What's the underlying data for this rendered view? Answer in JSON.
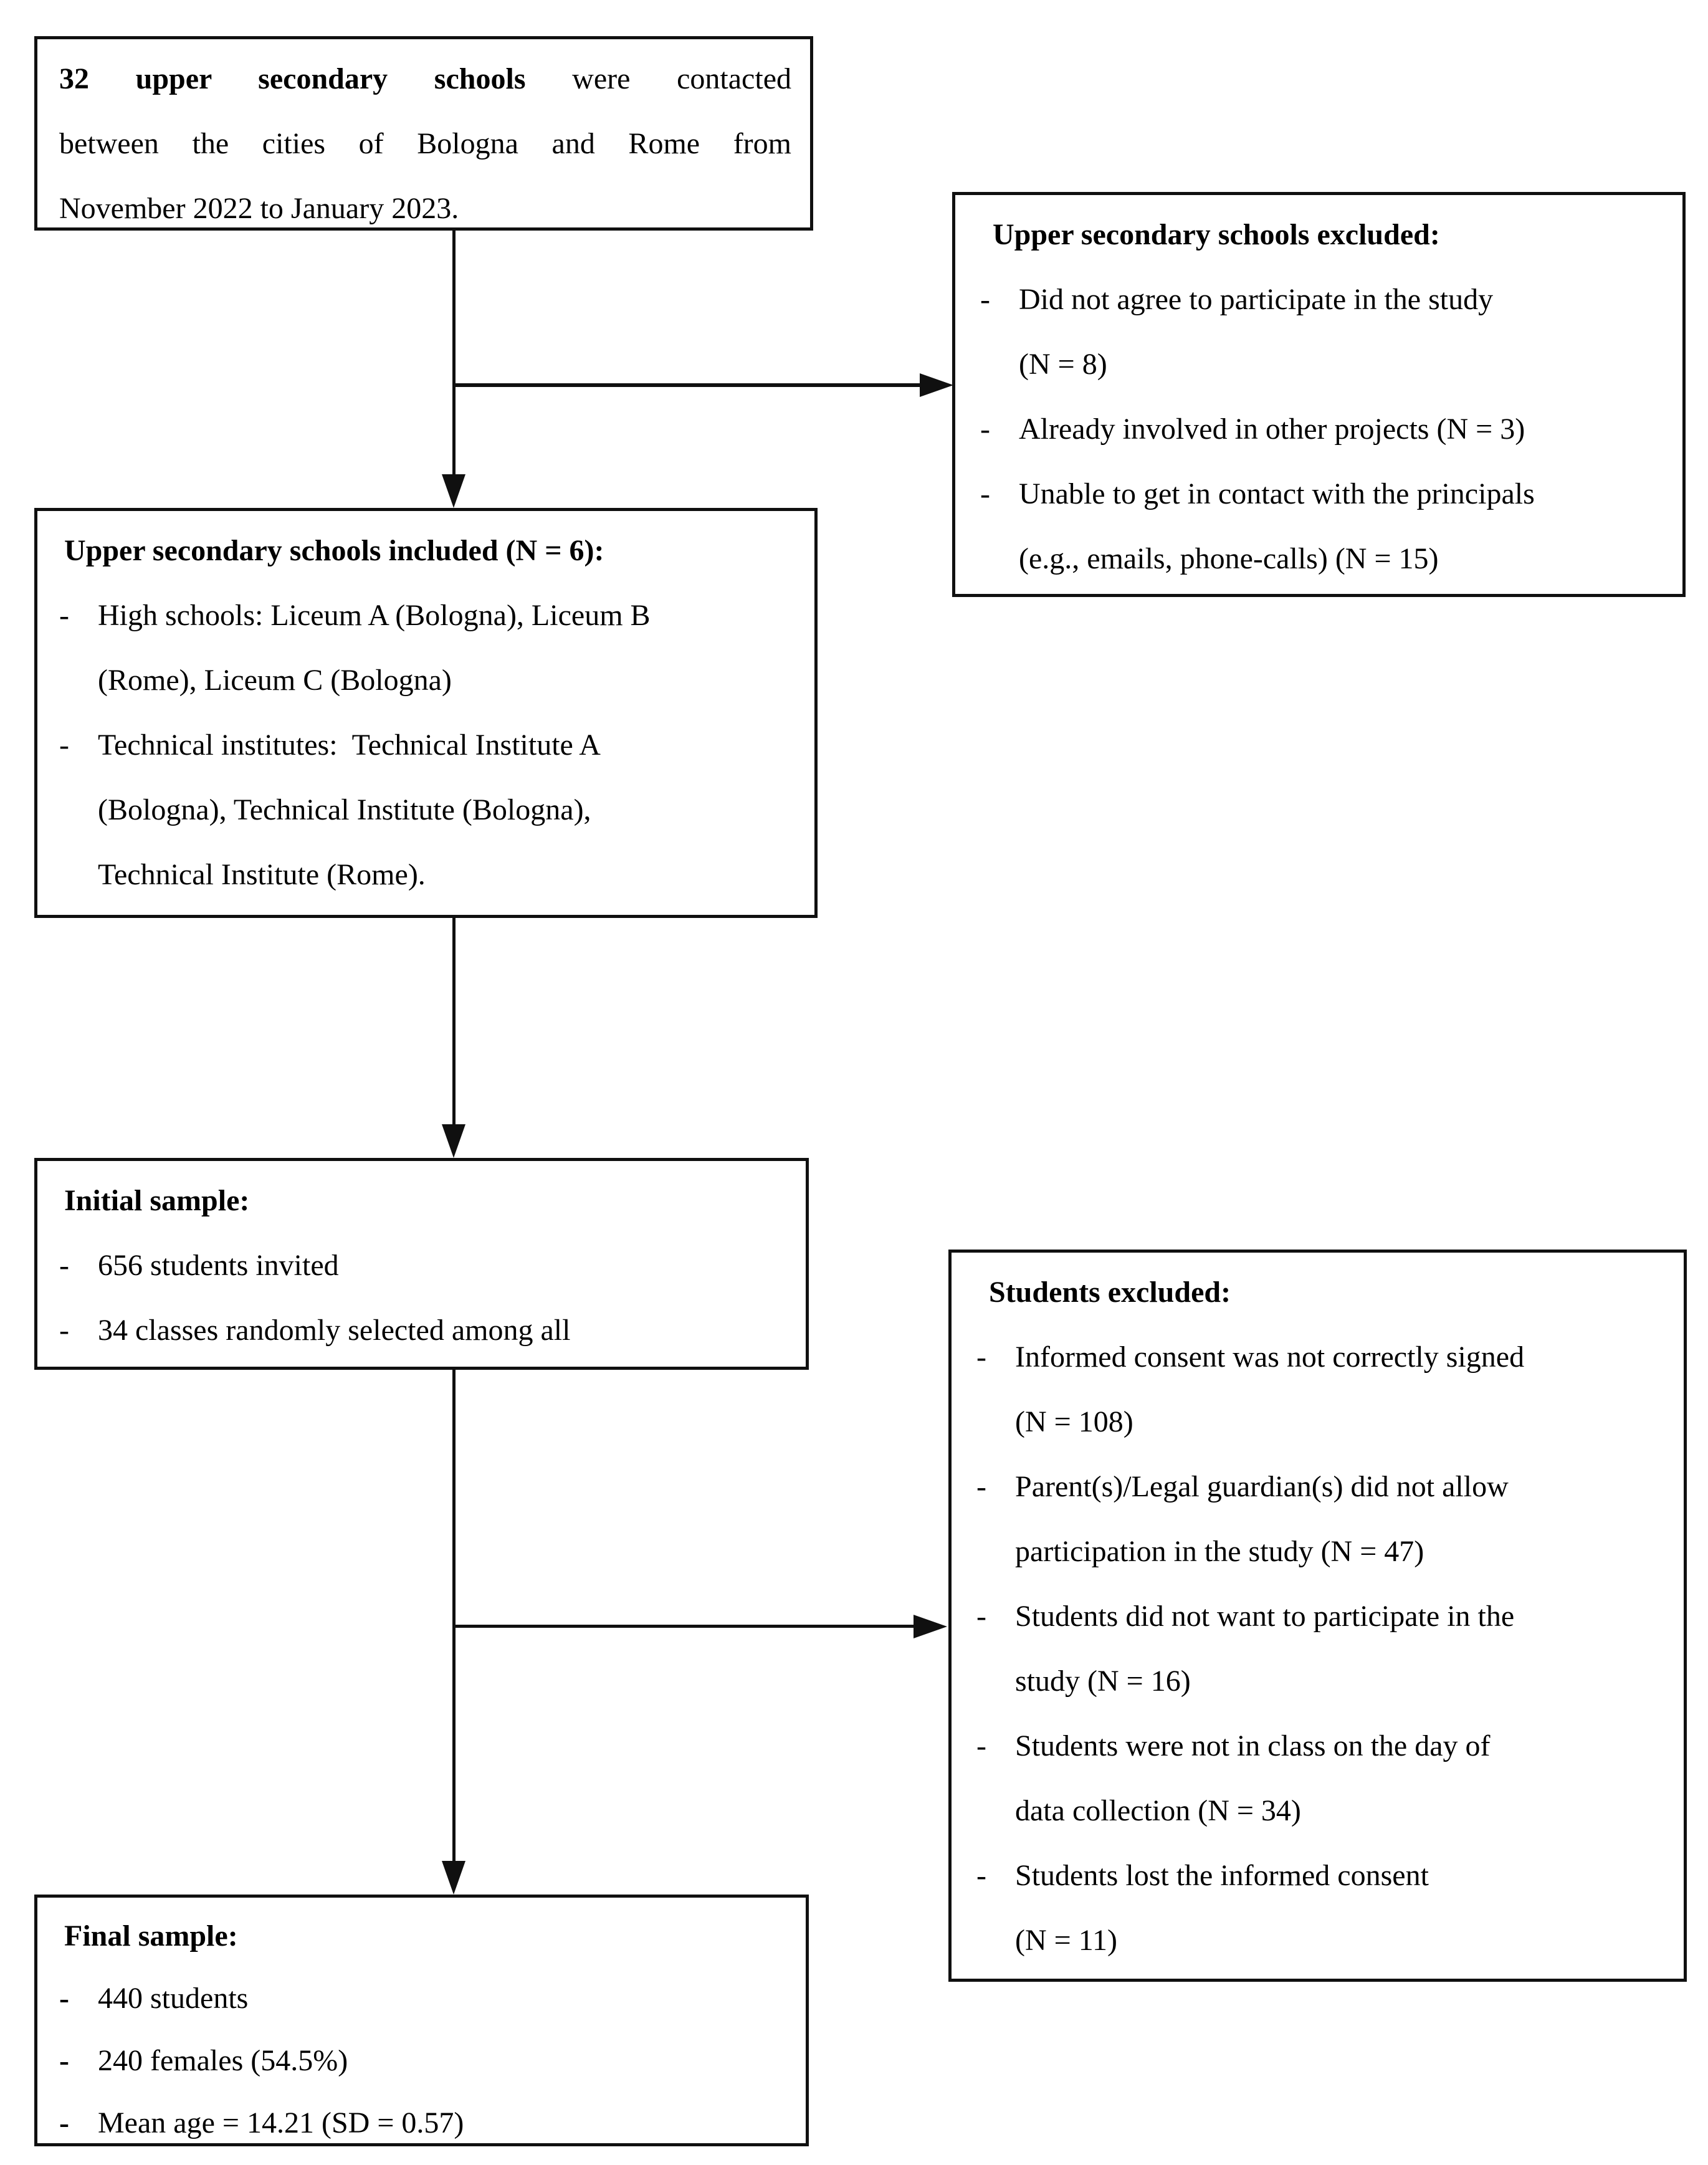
{
  "colors": {
    "line": "#101010",
    "background": "#ffffff",
    "text": "#000000"
  },
  "dash": "-",
  "boxes": {
    "contacted": {
      "line1_bold": "32 upper secondary schools",
      "line1_rest": " were contacted",
      "line2": "between the cities of Bologna and Rome from",
      "line3": "November 2022 to January 2023."
    },
    "schools_excluded": {
      "title": "Upper secondary schools excluded:",
      "items": [
        {
          "lines": [
            "Did not agree to participate in the study",
            "(N = 8)"
          ]
        },
        {
          "lines": [
            "Already involved in other projects (N = 3)"
          ]
        },
        {
          "lines": [
            "Unable to get in contact with the principals",
            "(e.g., emails, phone-calls) (N = 15)"
          ]
        }
      ]
    },
    "schools_included": {
      "title": "Upper secondary schools included (N = 6):",
      "items": [
        {
          "lines": [
            "High schools: Liceum A (Bologna), Liceum B",
            "(Rome), Liceum C (Bologna)"
          ]
        },
        {
          "lines": [
            "Technical institutes:  Technical Institute A",
            "(Bologna), Technical Institute (Bologna),",
            "Technical Institute (Rome)."
          ]
        }
      ]
    },
    "initial_sample": {
      "title": "Initial sample:",
      "items": [
        {
          "lines": [
            "656 students invited"
          ]
        },
        {
          "lines": [
            "34 classes randomly selected among all"
          ]
        }
      ]
    },
    "students_excluded": {
      "title": "Students excluded:",
      "items": [
        {
          "lines": [
            "Informed consent was not correctly signed",
            "(N = 108)"
          ]
        },
        {
          "lines": [
            "Parent(s)/Legal guardian(s) did not allow",
            "participation in the study (N = 47)"
          ]
        },
        {
          "lines": [
            "Students did not want to participate in the",
            "study (N = 16)"
          ]
        },
        {
          "lines": [
            "Students were not in class on the day of",
            "data collection (N = 34)"
          ]
        },
        {
          "lines": [
            "Students lost the informed consent",
            "(N = 11)"
          ]
        }
      ]
    },
    "final_sample": {
      "title": "Final sample:",
      "items": [
        {
          "lines": [
            "440 students"
          ]
        },
        {
          "lines": [
            "240 females (54.5%)"
          ]
        },
        {
          "lines": [
            "Mean age = 14.21 (SD = 0.57)"
          ]
        }
      ]
    }
  }
}
